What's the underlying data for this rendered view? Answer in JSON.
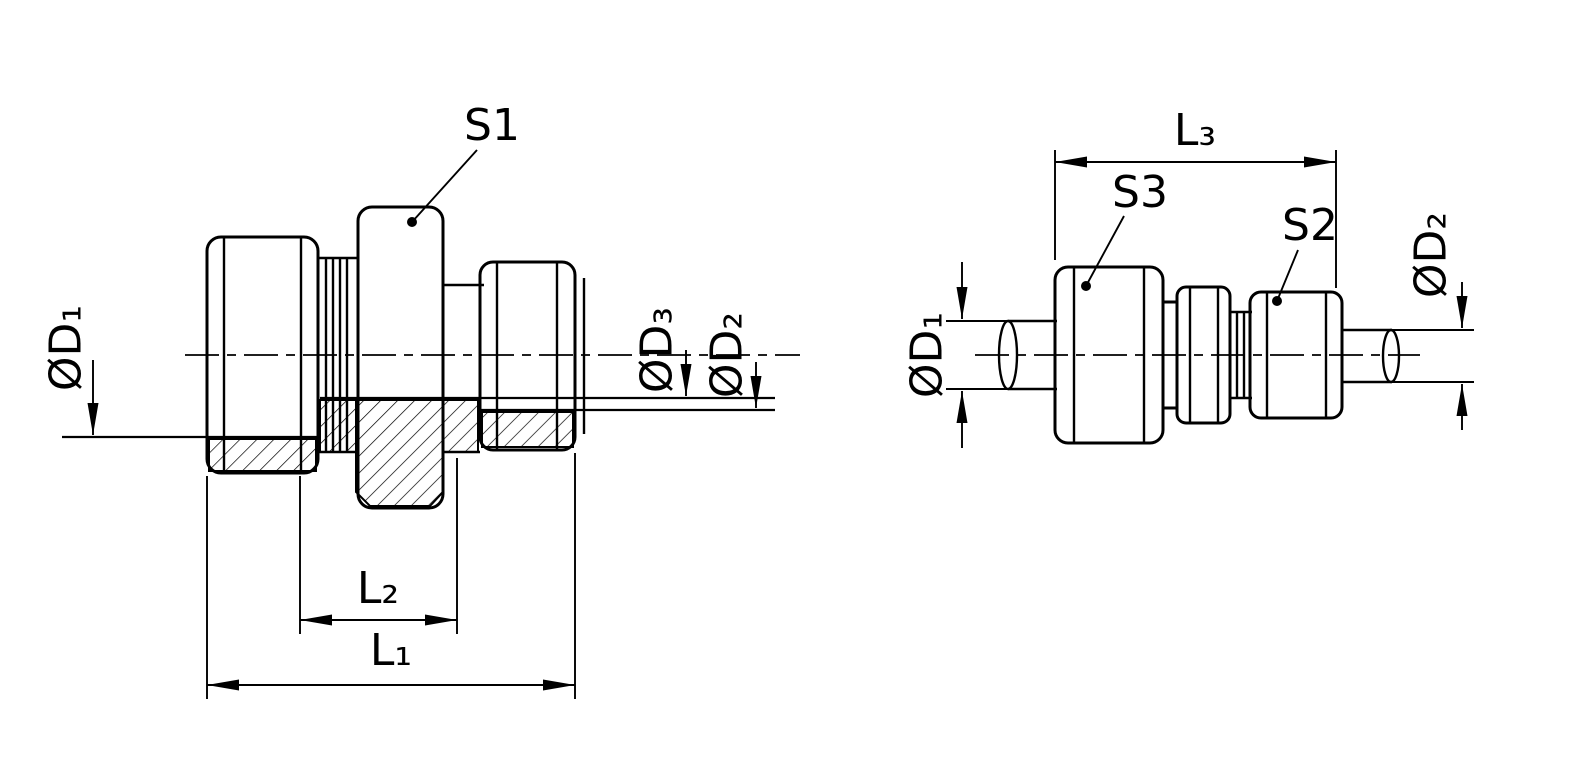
{
  "drawing": {
    "colors": {
      "line": "#000000",
      "background": "#ffffff"
    },
    "views": {
      "sectioned_view": {
        "labels": {
          "wrench_size_1": "S1",
          "diameter_1": "ØD₁",
          "diameter_3": "ØD₃",
          "diameter_2": "ØD₂",
          "length_2": "L₂",
          "length_1": "L₁"
        }
      },
      "side_view": {
        "labels": {
          "length_3": "L₃",
          "wrench_size_3": "S3",
          "wrench_size_2": "S2",
          "diameter_1": "ØD₁",
          "diameter_2": "ØD₂"
        }
      }
    }
  }
}
